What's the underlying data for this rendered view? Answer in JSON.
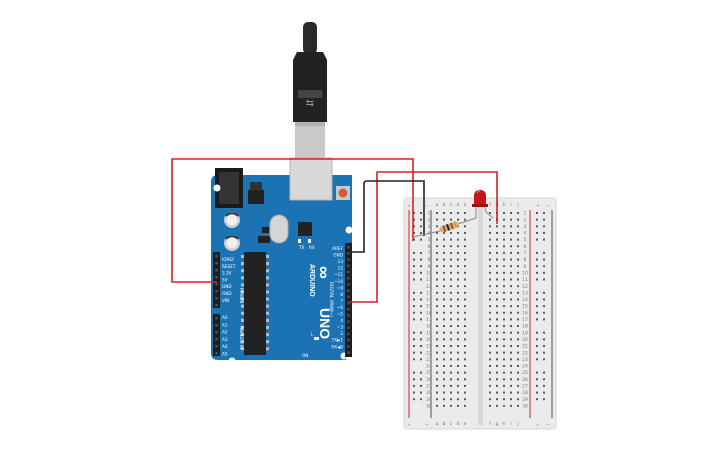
{
  "arduino": {
    "brand": "ARDUINO",
    "model": "UNO",
    "infinity_symbol": "∞",
    "digital_label": "DIGITAL (PWM~)",
    "power_label": "POWER",
    "analog_label": "ANALOG IN",
    "tx_label": "TX",
    "rx_label": "RX",
    "l_label": "L",
    "on_label": "ON",
    "power_pins": [
      "IOREF",
      "RESET",
      "3.3V",
      "5V",
      "GND",
      "GND",
      "VIN"
    ],
    "analog_pins": [
      "A0",
      "A1",
      "A2",
      "A3",
      "A4",
      "A5"
    ],
    "digital_pins": [
      "AREF",
      "GND",
      "13",
      "12",
      "~11",
      "~10",
      "~9",
      "8",
      "7",
      "~6",
      "~5",
      "4",
      "~3",
      "2",
      "TX▶1",
      "RX◀0"
    ]
  },
  "breadboard": {
    "column_letters_left": [
      "a",
      "b",
      "c",
      "d",
      "e"
    ],
    "column_letters_right": [
      "f",
      "g",
      "h",
      "i",
      "j"
    ],
    "rows": 30,
    "rail_plus": "+",
    "rail_minus": "−"
  },
  "colors": {
    "board_blue": "#1b73b4",
    "wire_red": "#d3212b",
    "wire_black": "#222222",
    "led_red": "#c41818",
    "breadboard": "#ebebeb"
  }
}
